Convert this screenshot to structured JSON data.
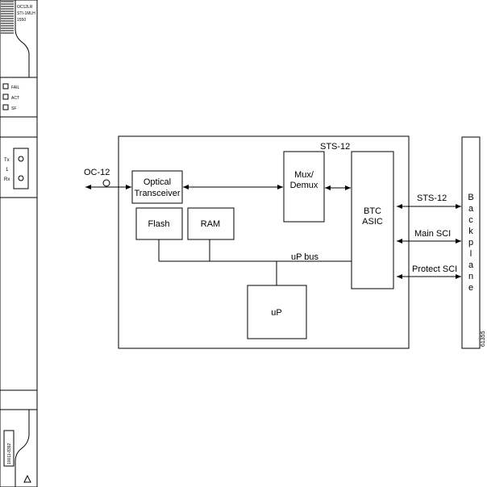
{
  "card": {
    "faceplate_label": [
      "OC12LR",
      "STI-1MLH",
      "1550"
    ],
    "leds": [
      "FAIL",
      "ACT",
      "SF"
    ],
    "port": {
      "tx": "Tx",
      "num": "1",
      "rx": "Rx"
    },
    "barcode_text": "10011-8392"
  },
  "diagram": {
    "left_port_label": "OC-12",
    "blocks": {
      "optical": [
        "Optical",
        "Transceiver"
      ],
      "flash": "Flash",
      "ram": "RAM",
      "mux": [
        "Mux/",
        "Demux"
      ],
      "btc": [
        "BTC",
        "ASIC"
      ],
      "up": "uP"
    },
    "sts12_internal": "STS-12",
    "up_bus": "uP bus",
    "links": [
      "STS-12",
      "Main SCI",
      "Protect SCI"
    ],
    "backplane": [
      "B",
      "a",
      "c",
      "k",
      "p",
      "l",
      "a",
      "n",
      "e"
    ],
    "figure_number": "61355"
  }
}
